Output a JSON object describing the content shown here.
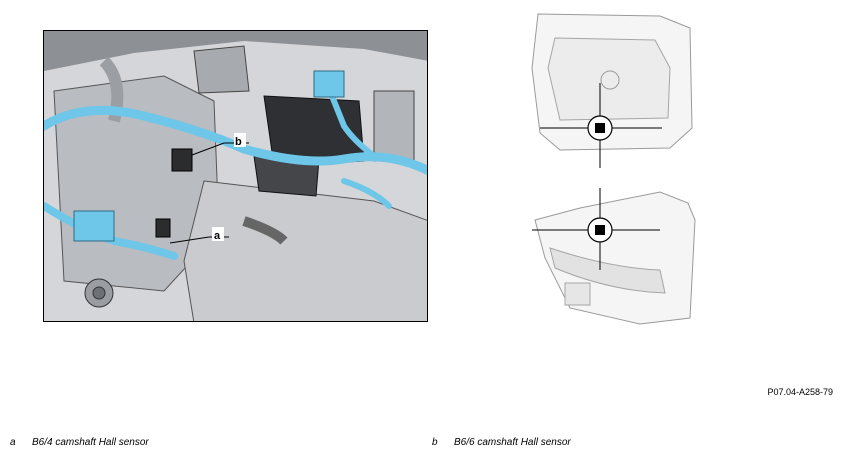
{
  "figure": {
    "reference": "P07.04-A258-79",
    "callouts": {
      "a": "a",
      "b": "b"
    }
  },
  "legend": [
    {
      "key": "a",
      "text": "B6/4 camshaft Hall sensor"
    },
    {
      "key": "b",
      "text": "B6/6 camshaft Hall sensor"
    }
  ],
  "colors": {
    "highlight": "#6ec6e8",
    "line": "#3a3a3a",
    "metal": "#bfc1c4"
  }
}
